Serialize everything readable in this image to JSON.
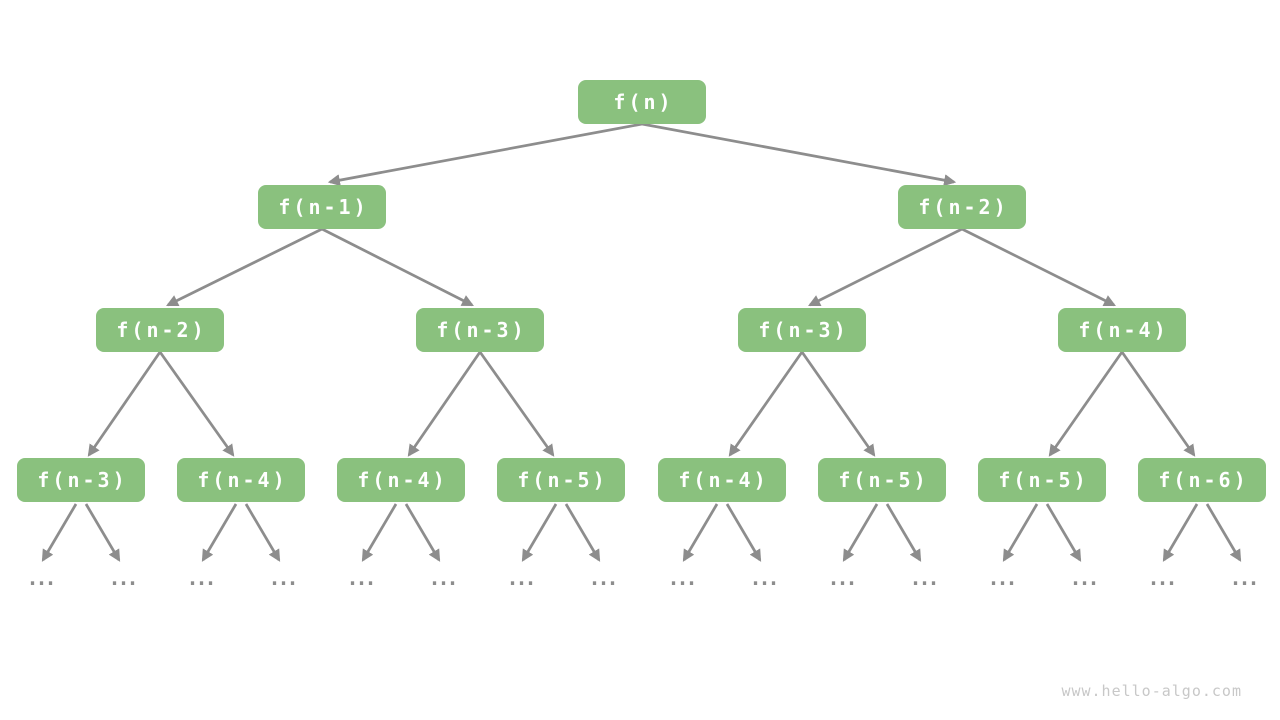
{
  "diagram": {
    "description": "Recursion tree of fibonacci-style recursion f(n) = f(n-1) + f(n-2)"
  },
  "colors": {
    "node-fill": "#8AC17E",
    "node-text": "#FFFFFF",
    "arrow": "#8D8D8D",
    "watermark": "#C8C8C8",
    "background": "#FFFFFF"
  },
  "nodes": [
    {
      "label": "f(n)"
    },
    {
      "label": "f(n-1)"
    },
    {
      "label": "f(n-2)"
    },
    {
      "label": "f(n-2)"
    },
    {
      "label": "f(n-3)"
    },
    {
      "label": "f(n-3)"
    },
    {
      "label": "f(n-4)"
    },
    {
      "label": "f(n-3)"
    },
    {
      "label": "f(n-4)"
    },
    {
      "label": "f(n-4)"
    },
    {
      "label": "f(n-5)"
    },
    {
      "label": "f(n-4)"
    },
    {
      "label": "f(n-5)"
    },
    {
      "label": "f(n-5)"
    },
    {
      "label": "f(n-6)"
    }
  ],
  "ellipsis": {
    "symbol": "..."
  },
  "watermark": {
    "text": "www.hello-algo.com"
  }
}
